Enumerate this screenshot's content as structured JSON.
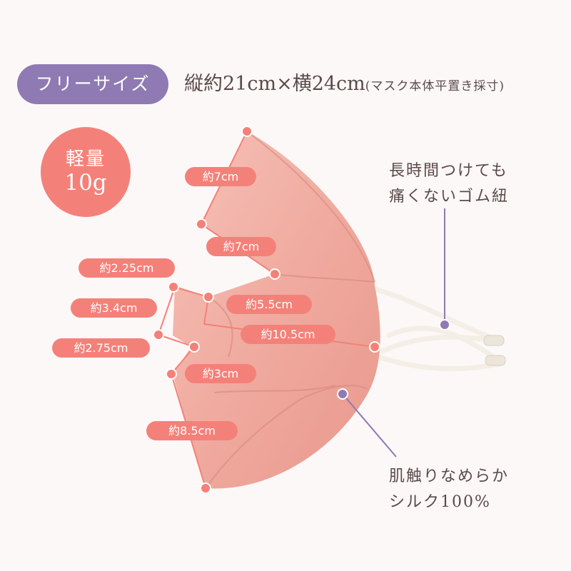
{
  "header": {
    "size_badge": "フリーサイズ",
    "dimensions": "縦約21cm×横24cm",
    "dimensions_note": "(マスク本体平置き採寸)"
  },
  "weight": {
    "line1": "軽量",
    "line2": "10g"
  },
  "notes": {
    "ear_loop": {
      "line1": "長時間つけても",
      "line2": "痛くないゴム紐"
    },
    "fabric": {
      "line1": "肌触りなめらか",
      "line2": "シルク100%"
    }
  },
  "measurements": [
    "約7cm",
    "約7cm",
    "約2.25cm",
    "約3.4cm",
    "約5.5cm",
    "約10.5cm",
    "約2.75cm",
    "約3cm",
    "約8.5cm"
  ],
  "colors": {
    "badge": "#8f7ab3",
    "accent": "#f48179",
    "mask": "#f2b0a6",
    "text": "#5a4a48",
    "background": "#fcf8f8"
  }
}
